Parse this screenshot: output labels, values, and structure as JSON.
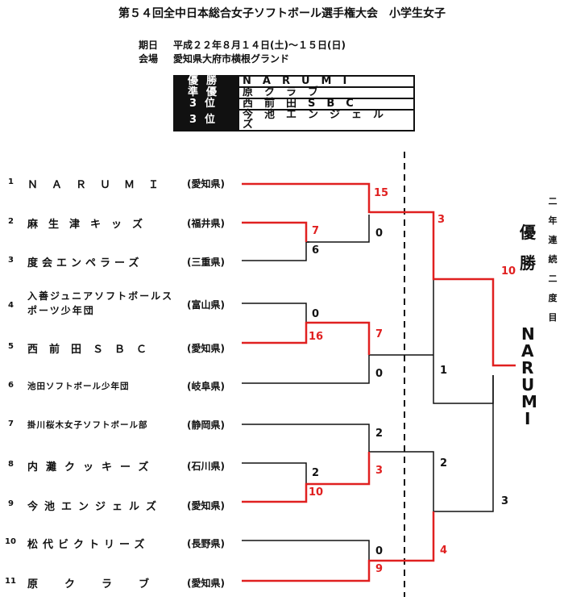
{
  "title": "第５４回全中日本総合女子ソフトボール選手権大会　小学生女子",
  "info": {
    "date_label": "期日",
    "date_value": "平成２２年８月１４日(土)～１５日(日)",
    "venue_label": "会場",
    "venue_value": "愛知県大府市横根グランド"
  },
  "results": [
    {
      "place": "優勝",
      "team": "NARUMI"
    },
    {
      "place": "準優",
      "team": "原クラブ"
    },
    {
      "place": "3位",
      "team": "西前田SBC"
    },
    {
      "place": "3位",
      "team": "今池エンジェルズ"
    }
  ],
  "teams": [
    {
      "no": "1",
      "name": "ＮＡＲＵＭＩ",
      "pref": "(愛知県)"
    },
    {
      "no": "2",
      "name": "麻生津キッズ",
      "pref": "(福井県)"
    },
    {
      "no": "3",
      "name": "度会エンペラーズ",
      "pref": "(三重県)"
    },
    {
      "no": "4",
      "name": "入善ジュニアソフトボールスポーツ少年団",
      "pref": "(富山県)"
    },
    {
      "no": "5",
      "name": "西前田ＳＢＣ",
      "pref": "(愛知県)"
    },
    {
      "no": "6",
      "name": "池田ソフトボール少年団",
      "pref": "(岐阜県)"
    },
    {
      "no": "7",
      "name": "掛川桜木女子ソフトボール部",
      "pref": "(静岡県)"
    },
    {
      "no": "8",
      "name": "内灘クッキーズ",
      "pref": "(石川県)"
    },
    {
      "no": "9",
      "name": "今池エンジェルズ",
      "pref": "(愛知県)"
    },
    {
      "no": "10",
      "name": "松代ビクトリーズ",
      "pref": "(長野県)"
    },
    {
      "no": "11",
      "name": "原クラブ",
      "pref": "(愛知県)"
    }
  ],
  "scores": {
    "s15": "15",
    "s0a": "0",
    "s7a": "7",
    "s6": "6",
    "s3a": "3",
    "s10a": "10",
    "s1a": "1",
    "s0b": "0",
    "s16": "16",
    "s7b": "7",
    "s0c": "0",
    "s2a": "2",
    "s2b": "2",
    "s3b": "3",
    "s10b": "10",
    "s2c": "2",
    "s4": "4",
    "s0d": "0",
    "s9": "9",
    "s3c": "3"
  },
  "champion": {
    "label_1": "優",
    "label_2": "勝",
    "team_letters": [
      "N",
      "A",
      "R",
      "U",
      "M",
      "I"
    ],
    "note": "二年連続二度目"
  },
  "colors": {
    "win_line": "#e02020",
    "lose_line": "#111111"
  }
}
